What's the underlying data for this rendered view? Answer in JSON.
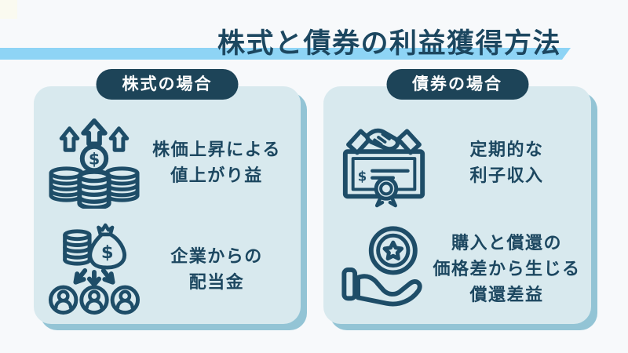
{
  "title": "株式と債券の利益獲得方法",
  "glyphs": {
    "dollar": "$"
  },
  "colors": {
    "background": "#f7f9fb",
    "title_text": "#1c4760",
    "title_underline": "#8ed4f5",
    "panel_background": "#d8e9ee",
    "panel_shadow": "#93c4d5",
    "pill_background": "#1d4458",
    "pill_text": "#ffffff",
    "body_text": "#1c4760",
    "icon_stroke": "#1e4d68"
  },
  "panels": [
    {
      "header": "株式の場合",
      "items": [
        {
          "icon": "stock-price-rise-icon",
          "text": "株価上昇による\n値上がり益"
        },
        {
          "icon": "dividend-distribution-icon",
          "text": "企業からの\n配当金"
        }
      ]
    },
    {
      "header": "債券の場合",
      "items": [
        {
          "icon": "bond-interest-icon",
          "text": "定期的な\n利子収入"
        },
        {
          "icon": "redemption-gain-icon",
          "text": "購入と償還の\n価格差から生じる\n償還差益"
        }
      ]
    }
  ]
}
